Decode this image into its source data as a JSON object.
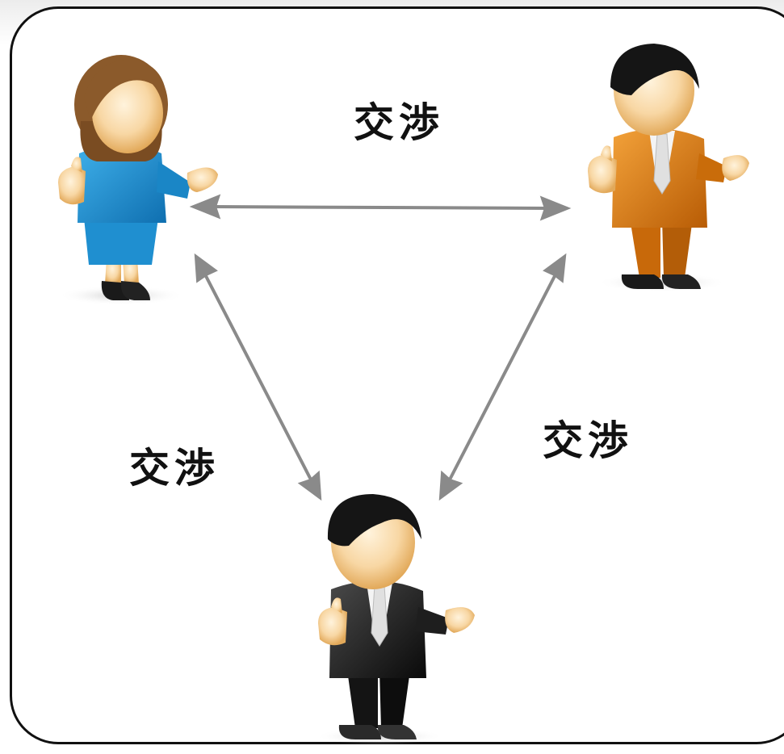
{
  "edges": [
    {
      "from": "woman",
      "to": "orange-man",
      "label": "交渉"
    },
    {
      "from": "woman",
      "to": "black-man",
      "label": "交渉"
    },
    {
      "from": "orange-man",
      "to": "black-man",
      "label": "交渉"
    }
  ],
  "colors": {
    "arrow": "#8a8a8a",
    "frame": "#111111",
    "woman_suit": "#1f8fd0",
    "woman_hair": "#8b5a2b",
    "orange_suit": "#e07f12",
    "black_suit": "#1c1c1c",
    "skin": "#f6c98a",
    "hair_dark": "#151515"
  },
  "people": [
    {
      "name": "woman",
      "icon": "woman-person-icon"
    },
    {
      "name": "orange-man",
      "icon": "businessman-orange-icon"
    },
    {
      "name": "black-man",
      "icon": "businessman-black-icon"
    }
  ]
}
